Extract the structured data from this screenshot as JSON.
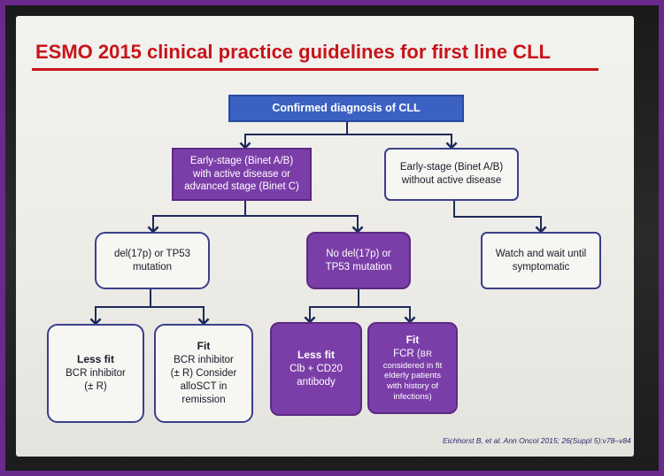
{
  "title": "ESMO 2015 clinical practice guidelines for first line CLL",
  "nodes": {
    "root": "Confirmed diagnosis of CLL",
    "early_active": "Early-stage (Binet A/B) with active disease or advanced stage (Binet C)",
    "early_no_active": "Early-stage (Binet A/B) without active disease",
    "del17p": "del(17p) or TP53 mutation",
    "no_del17p": "No del(17p) or TP53 mutation",
    "watch_wait": "Watch and wait until symptomatic",
    "less_fit_bcr": {
      "head": "Less fit",
      "body": "BCR inhibitor (± R)"
    },
    "fit_bcr": {
      "head": "Fit",
      "body": "BCR inhibitor (± R) Consider alloSCT in remission"
    },
    "less_fit_clb": {
      "head": "Less fit",
      "body": "Clb + CD20 antibody"
    },
    "fit_fcr": {
      "head": "Fit",
      "body": "FCR (",
      "abbr": "BR",
      "note": "considered in fit elderly patients with history of infections)"
    }
  },
  "citation": "Eichhorst B, et al. Ann Oncol 2015; 26(Suppl 5):v78–v84",
  "colors": {
    "title": "#c8141a",
    "root_fill": "#3b62c2",
    "purple_fill": "#7b3ea8",
    "outline_border": "#3b3f8c",
    "connector": "#1e2a5a"
  }
}
